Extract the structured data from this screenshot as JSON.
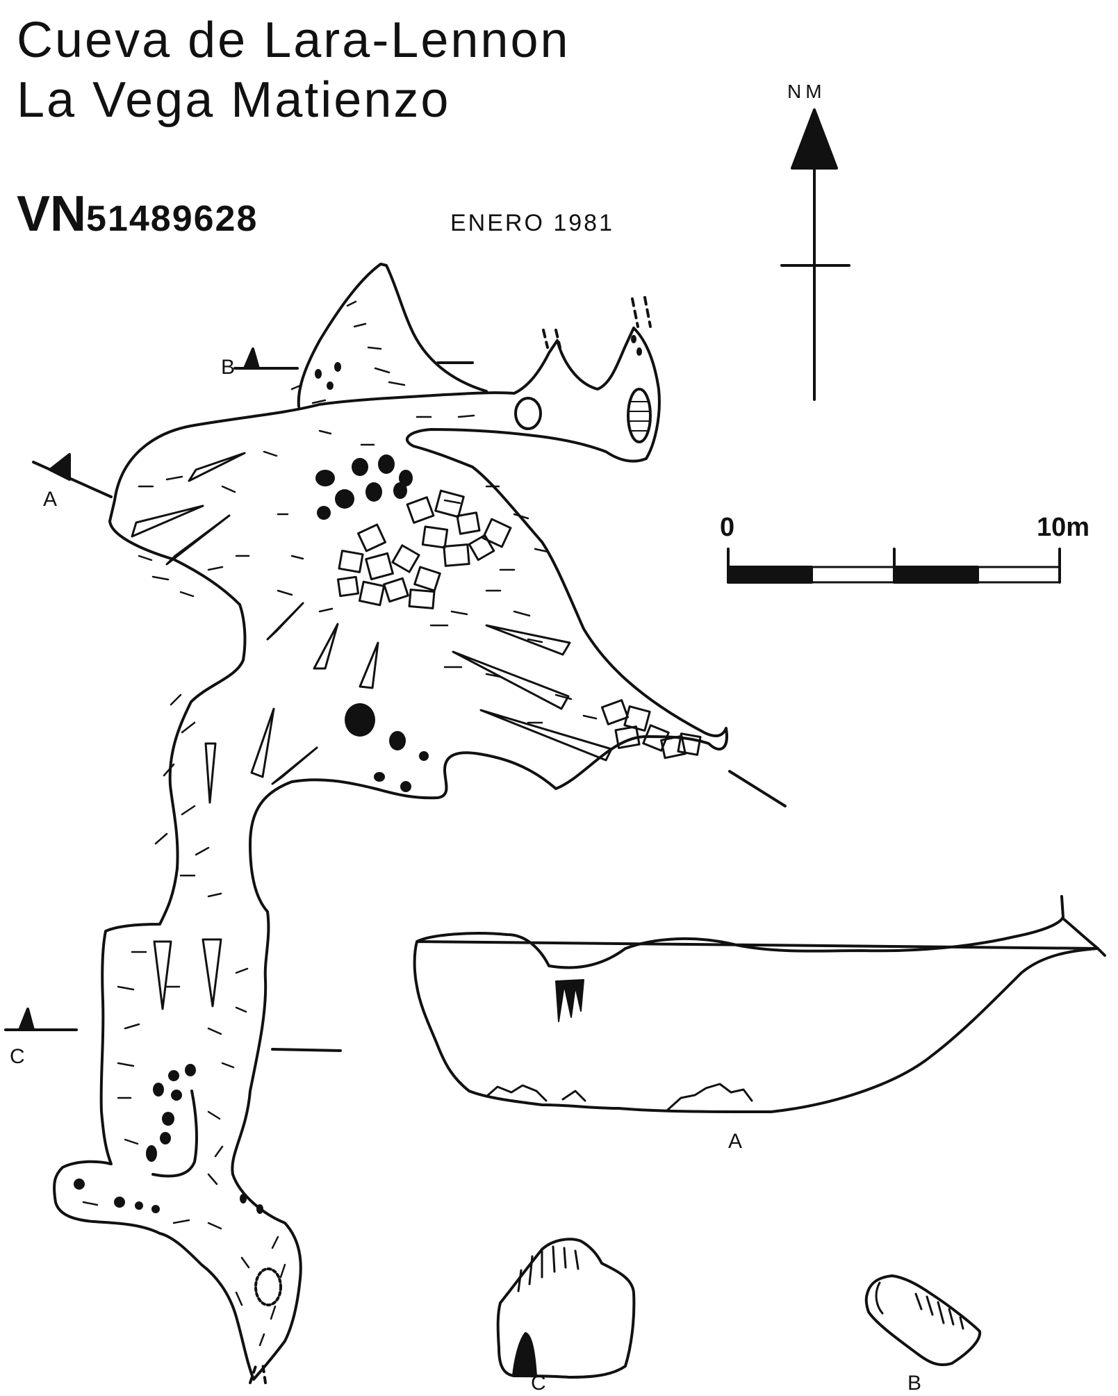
{
  "header": {
    "title_line1": "Cueva de Lara-Lennon",
    "title_line2": "La Vega   Matienzo",
    "grid_prefix": "VN",
    "grid_number": "51489628",
    "date": "ENERO  1981"
  },
  "north_arrow": {
    "label": "NM"
  },
  "scale_bar": {
    "start_label": "0",
    "end_label": "10m",
    "segments": 4
  },
  "plan_section_markers": {
    "a": "A",
    "b": "B",
    "c": "C"
  },
  "cross_sections": {
    "a_label": "A",
    "b_label": "B",
    "c_label": "C"
  },
  "colors": {
    "ink": "#111111",
    "paper": "#ffffff"
  }
}
